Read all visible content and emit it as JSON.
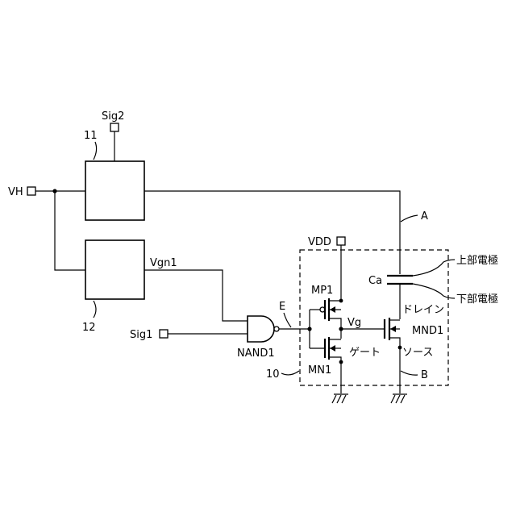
{
  "labels": {
    "vh": "VH",
    "sig2": "Sig2",
    "block11": "11",
    "block12": "12",
    "vgn1": "Vgn1",
    "a": "A",
    "vdd": "VDD",
    "ca": "Ca",
    "upper_electrode": "上部電極",
    "lower_electrode": "下部電極",
    "mp1": "MP1",
    "e": "E",
    "vg": "Vg",
    "drain": "ドレイン",
    "mnd1": "MND1",
    "sig1": "Sig1",
    "nand1": "NAND1",
    "gate": "ゲート",
    "source": "ソース",
    "block10": "10",
    "mn1": "MN1",
    "b": "B"
  }
}
